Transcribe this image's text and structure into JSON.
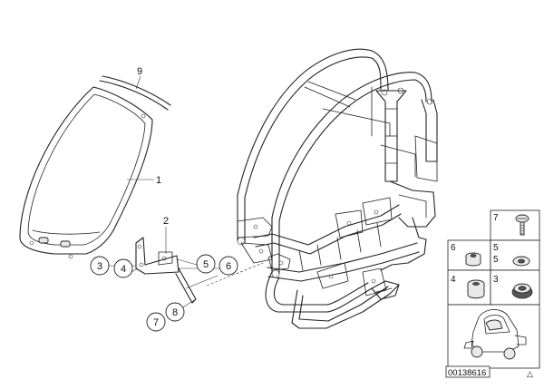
{
  "diagram": {
    "part_labels": {
      "p9": "9",
      "p1": "1",
      "p2": "2"
    },
    "callouts": {
      "c3": "3",
      "c4": "4",
      "c5": "5",
      "c6": "6",
      "c7": "7",
      "c8": "8"
    },
    "legend_cells": {
      "cell_7": "7",
      "cell_6": "6",
      "cell_5_top": "5",
      "cell_5_bottom": "5",
      "cell_4": "4",
      "cell_3": "3"
    },
    "figure_number": "00138616",
    "corner_symbol": "△"
  }
}
